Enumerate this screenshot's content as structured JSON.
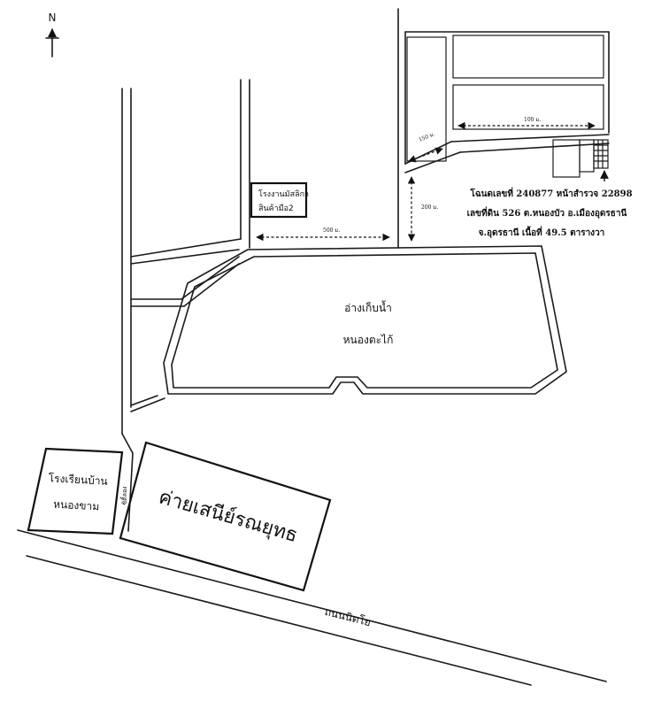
{
  "compass": {
    "label": "N"
  },
  "labels": {
    "factory_line1": "โรงงานมัสลิกา",
    "factory_line2": "สินค้ามือ2",
    "reservoir_line1": "อ่างเก็บน้ำ",
    "reservoir_line2": "หนองตะไก้",
    "school_line1": "โรงเรียนบ้าน",
    "school_line2": "หนองขาม",
    "camp": "ค่ายเสนีย์รณยุทธ",
    "road": "ถนนนิตโย",
    "lane": "ซิตี้ลอง",
    "deed_line1": "โฉนดเลขที่ 240877 หน้าสำรวจ 22898",
    "deed_line2": "เลขที่ดิน 526 ต.หนองบัว อ.เมืองอุดรธานี",
    "deed_line3": "จ.อุดรธานี เนื้อที่ 49.5 ตารางวา"
  },
  "distances": {
    "d500": "500 ม.",
    "d200": "200 ม.",
    "d150": "150 ม.",
    "d100": "100 ม."
  },
  "icons": [
    "north-arrow-icon",
    "pointer-arrow-icon"
  ]
}
